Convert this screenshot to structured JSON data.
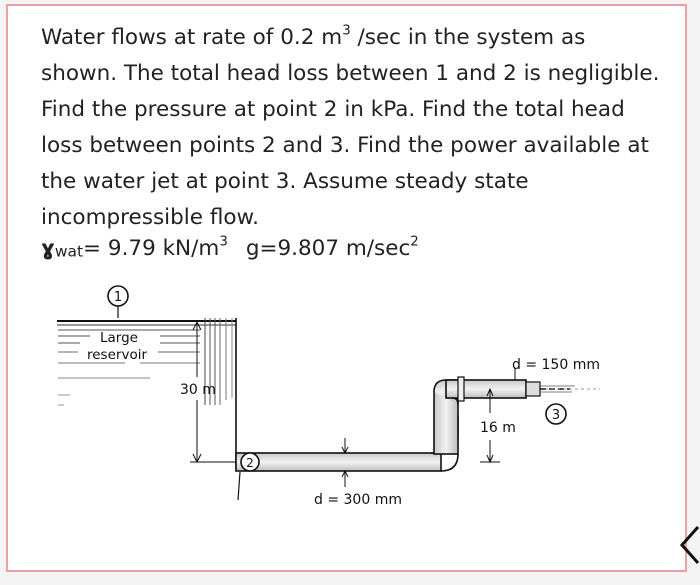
{
  "problem": {
    "pre_exp": "Water flows at rate of 0.2 m",
    "exp": "3",
    "post_exp": " /sec in the system as shown. The total head loss between 1 and 2 is negligible. Find the pressure at point 2 in kPa. Find the total head loss between points 2 and 3. Find the power available at the water jet at point 3. Assume steady state incompressible flow."
  },
  "givens": {
    "gamma_symbol": "ɣ",
    "gamma_sub": "wat",
    "gamma_value": "= 9.79  kN/m",
    "gamma_exp": "3",
    "g_value": "g=9.807 m/sec",
    "g_exp": "2"
  },
  "figure": {
    "point1": "1",
    "point2": "2",
    "point3": "3",
    "reservoir_line1": "Large",
    "reservoir_line2": "reservoir",
    "height_label": "30 m",
    "rise_label": "16 m",
    "nozzle_label": "d = 150 mm",
    "pipe_label": "d = 300 mm"
  },
  "colors": {
    "text": "#222222",
    "border": "#e9a3a3",
    "pipe": "#d7d7d7"
  }
}
